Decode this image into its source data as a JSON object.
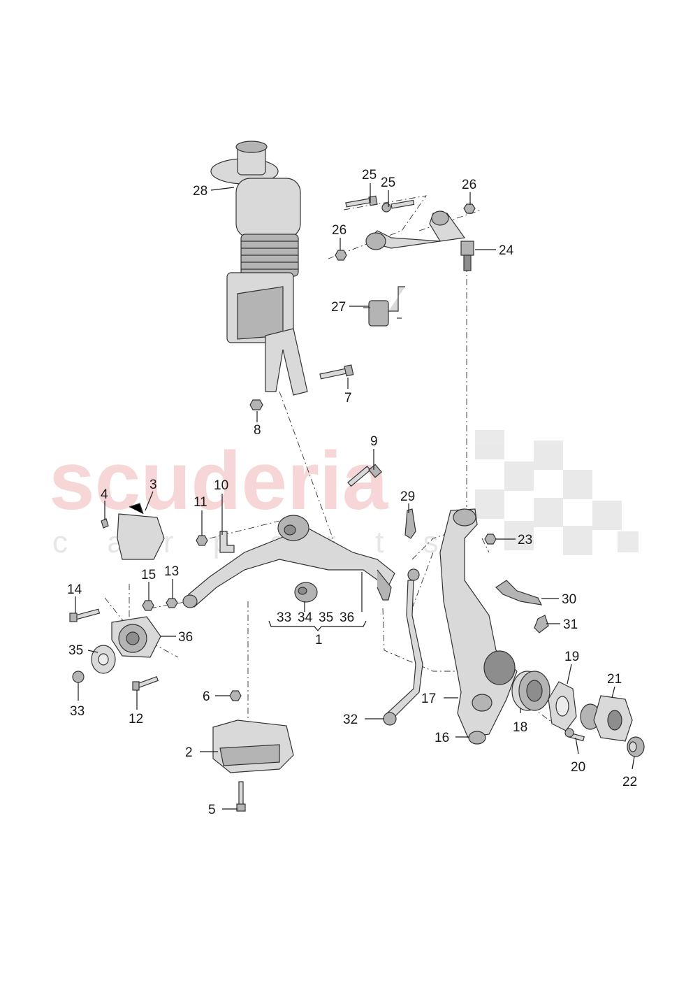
{
  "watermark": {
    "brand": "scuderia",
    "sub": "c a r p a r t s"
  },
  "callouts": [
    {
      "id": "28",
      "text": "28"
    },
    {
      "id": "25a",
      "text": "25"
    },
    {
      "id": "25b",
      "text": "25"
    },
    {
      "id": "26a",
      "text": "26"
    },
    {
      "id": "26b",
      "text": "26"
    },
    {
      "id": "24",
      "text": "24"
    },
    {
      "id": "27",
      "text": "27"
    },
    {
      "id": "7",
      "text": "7"
    },
    {
      "id": "8",
      "text": "8"
    },
    {
      "id": "9",
      "text": "9"
    },
    {
      "id": "10",
      "text": "10"
    },
    {
      "id": "11",
      "text": "11"
    },
    {
      "id": "3",
      "text": "3"
    },
    {
      "id": "4",
      "text": "4"
    },
    {
      "id": "29",
      "text": "29"
    },
    {
      "id": "23",
      "text": "23"
    },
    {
      "id": "30",
      "text": "30"
    },
    {
      "id": "31",
      "text": "31"
    },
    {
      "id": "14",
      "text": "14"
    },
    {
      "id": "15",
      "text": "15"
    },
    {
      "id": "13",
      "text": "13"
    },
    {
      "id": "36a",
      "text": "36"
    },
    {
      "id": "35a",
      "text": "35"
    },
    {
      "id": "33a",
      "text": "33"
    },
    {
      "id": "12",
      "text": "12"
    },
    {
      "id": "33b",
      "text": "33"
    },
    {
      "id": "34",
      "text": "34"
    },
    {
      "id": "35b",
      "text": "35"
    },
    {
      "id": "36b",
      "text": "36"
    },
    {
      "id": "1",
      "text": "1"
    },
    {
      "id": "6",
      "text": "6"
    },
    {
      "id": "2",
      "text": "2"
    },
    {
      "id": "5",
      "text": "5"
    },
    {
      "id": "32",
      "text": "32"
    },
    {
      "id": "17",
      "text": "17"
    },
    {
      "id": "16",
      "text": "16"
    },
    {
      "id": "18",
      "text": "18"
    },
    {
      "id": "19",
      "text": "19"
    },
    {
      "id": "20",
      "text": "20"
    },
    {
      "id": "21",
      "text": "21"
    },
    {
      "id": "22",
      "text": "22"
    }
  ]
}
